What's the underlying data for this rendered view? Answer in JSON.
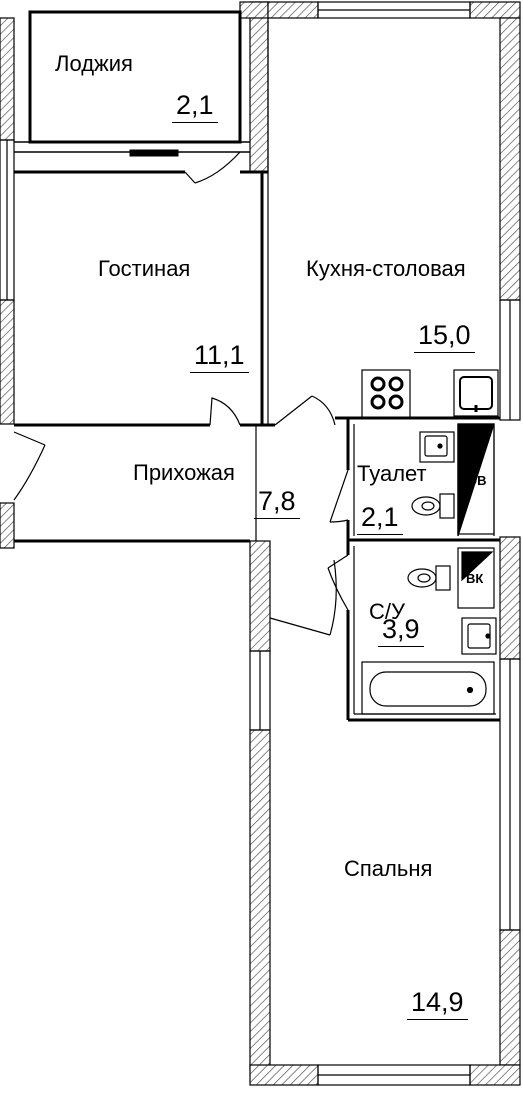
{
  "rooms": {
    "loggia": {
      "name": "Лоджия",
      "area": "2,1"
    },
    "living": {
      "name": "Гостиная",
      "area": "11,1"
    },
    "kitchen": {
      "name": "Кухня-столовая",
      "area": "15,0"
    },
    "hall": {
      "name": "Прихожая",
      "area": "7,8"
    },
    "toilet": {
      "name": "Туалет",
      "area": "2,1"
    },
    "bath": {
      "name": "С/У",
      "area": "3,9"
    },
    "bedroom": {
      "name": "Спальня",
      "area": "14,9"
    }
  },
  "shafts": {
    "ov": "ОВ",
    "vk": "ВК"
  },
  "colors": {
    "wall": "#000000",
    "hatch": "#555555",
    "background": "#ffffff"
  }
}
